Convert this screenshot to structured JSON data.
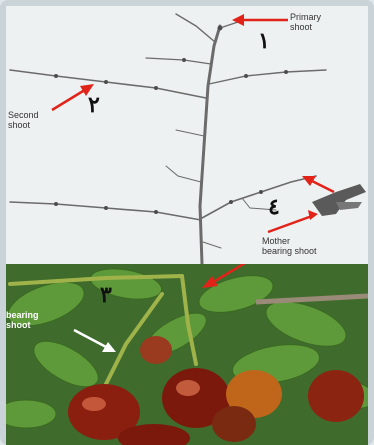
{
  "labels": {
    "primary_shoot": "Primary\nshoot",
    "second_shoot": "Second\nshoot",
    "mother_shoot": "Mother\nbearing shoot",
    "bearing_shoot": "bearing\nshoot"
  },
  "numbers": {
    "one": "١",
    "two": "٢",
    "three": "٣",
    "four": "٤"
  },
  "colors": {
    "arrow": "#e2231a",
    "arrow_white": "#ffffff",
    "branch": "#6b6b6b",
    "sky": "#eef1f1",
    "fruit": "#8a1f10",
    "leaf": "#4f8a31"
  },
  "icons": {
    "pruning_shears": "pruning-shears-icon"
  }
}
